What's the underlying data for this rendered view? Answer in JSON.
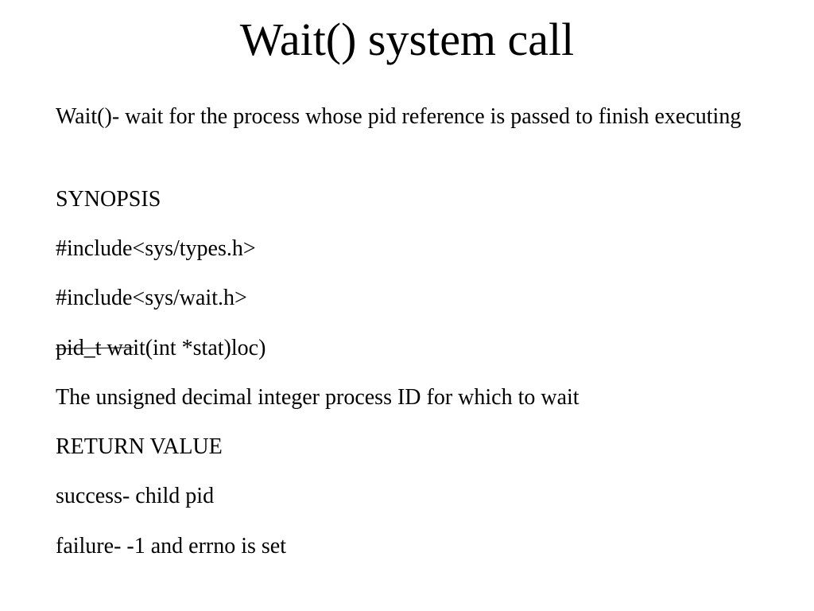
{
  "slide": {
    "title": "Wait() system call",
    "lines": [
      "Wait()- wait for the process whose pid reference is passed to finish executing",
      "SYNOPSIS",
      "#include<sys/types.h>",
      "#include<sys/wait.h>",
      "pid_t wait(int *stat)loc)",
      "The unsigned decimal integer process ID for which to wait",
      "RETURN VALUE",
      "success- child pid",
      "failure- -1 and errno is set"
    ]
  }
}
